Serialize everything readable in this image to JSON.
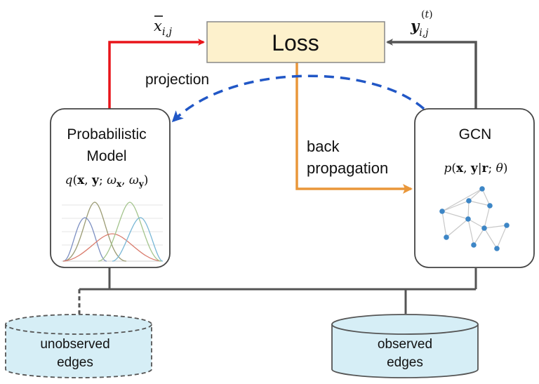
{
  "loss": {
    "label": "Loss"
  },
  "model": {
    "title_line1": "Probabilistic",
    "title_line2": "Model",
    "formula": "q(x, y; ωx, ωy)"
  },
  "gcn": {
    "title": "GCN",
    "formula": "p(x, y|r; θ)"
  },
  "arrows": {
    "x_bar_label": "x̄i,j",
    "y_label": "y(t)i,j",
    "projection_label": "projection",
    "backprop_line1": "back",
    "backprop_line2": "propagation"
  },
  "databases": {
    "unobserved_line1": "unobserved",
    "unobserved_line2": "edges",
    "observed_line1": "observed",
    "observed_line2": "edges"
  },
  "colors": {
    "loss_fill": "#fdf1cc",
    "red_arrow": "#e8141a",
    "gray_line": "#555555",
    "orange_arrow": "#e9973a",
    "blue_dash": "#2157c6",
    "db_fill": "#d6eef6",
    "node_blue": "#3d86c6"
  }
}
